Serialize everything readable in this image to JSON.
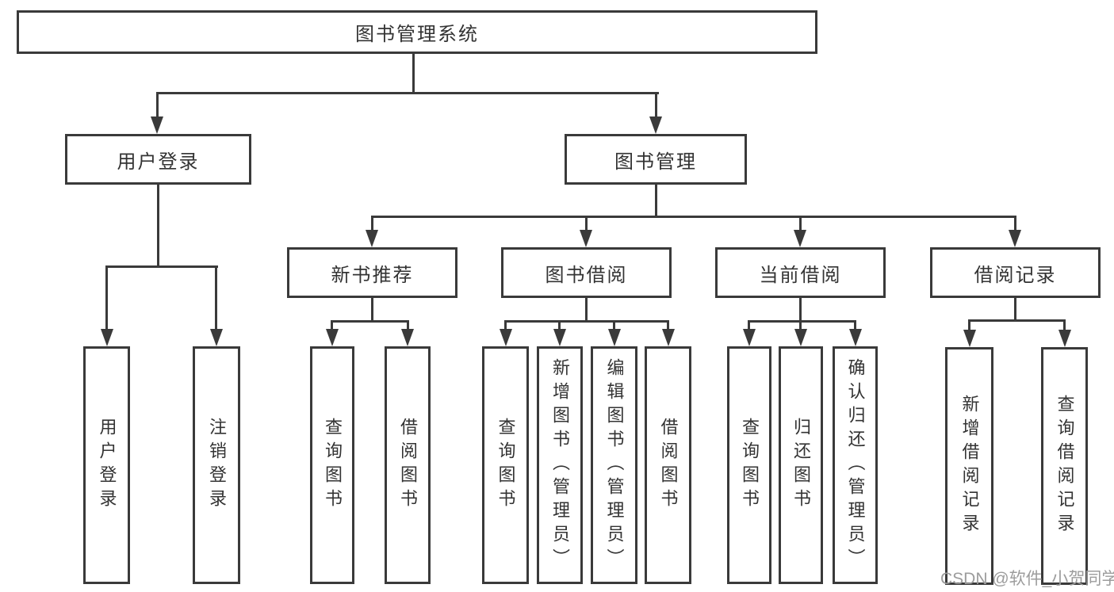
{
  "tree": {
    "label": "图书管理系统",
    "children": [
      {
        "label": "用户登录",
        "children": [
          {
            "label": "用户登录"
          },
          {
            "label": "注销登录"
          }
        ]
      },
      {
        "label": "图书管理",
        "children": [
          {
            "label": "新书推荐",
            "children": [
              {
                "label": "查询图书"
              },
              {
                "label": "借阅图书"
              }
            ]
          },
          {
            "label": "图书借阅",
            "children": [
              {
                "label": "查询图书"
              },
              {
                "label": "新增图书（管理员）"
              },
              {
                "label": "编辑图书（管理员）"
              },
              {
                "label": "借阅图书"
              }
            ]
          },
          {
            "label": "当前借阅",
            "children": [
              {
                "label": "查询图书"
              },
              {
                "label": "归还图书"
              },
              {
                "label": "确认归还（管理员）"
              }
            ]
          },
          {
            "label": "借阅记录",
            "children": [
              {
                "label": "新增借阅记录"
              },
              {
                "label": "查询借阅记录"
              }
            ]
          }
        ]
      }
    ]
  },
  "watermark": {
    "text": "CSDN @软件_小贺同学"
  },
  "colors": {
    "line": "#3a3a3a",
    "text": "#333333",
    "watermark": "#9c9c9c",
    "bg": "#ffffff"
  }
}
